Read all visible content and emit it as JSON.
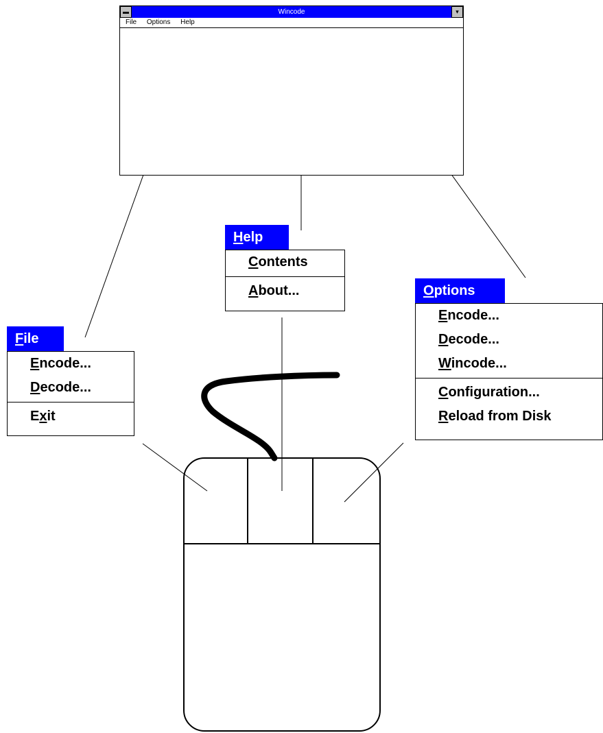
{
  "window": {
    "title": "Wincode",
    "menubar": [
      "File",
      "Options",
      "Help"
    ],
    "sysmenu_glyph": "▬",
    "dropdown_glyph": "▾"
  },
  "menus": {
    "file": {
      "title": {
        "accel": "F",
        "rest": "ile"
      },
      "items": [
        {
          "accel": "E",
          "rest": "ncode..."
        },
        {
          "accel": "D",
          "rest": "ecode..."
        },
        {
          "separator": true
        },
        {
          "pre": "E",
          "accel": "x",
          "rest": "it"
        }
      ]
    },
    "help": {
      "title": {
        "accel": "H",
        "rest": "elp"
      },
      "items": [
        {
          "accel": "C",
          "rest": "ontents"
        },
        {
          "separator": true
        },
        {
          "accel": "A",
          "rest": "bout..."
        }
      ]
    },
    "options": {
      "title": {
        "accel": "O",
        "rest": "ptions"
      },
      "items": [
        {
          "accel": "E",
          "rest": "ncode..."
        },
        {
          "accel": "D",
          "rest": "ecode..."
        },
        {
          "accel": "W",
          "rest": "incode..."
        },
        {
          "separator": true
        },
        {
          "accel": "C",
          "rest": "onfiguration..."
        },
        {
          "accel": "R",
          "rest": "eload from Disk"
        }
      ]
    }
  },
  "colors": {
    "accent": "#0000ff",
    "button_face": "#c0c0c0",
    "ink": "#000000"
  }
}
